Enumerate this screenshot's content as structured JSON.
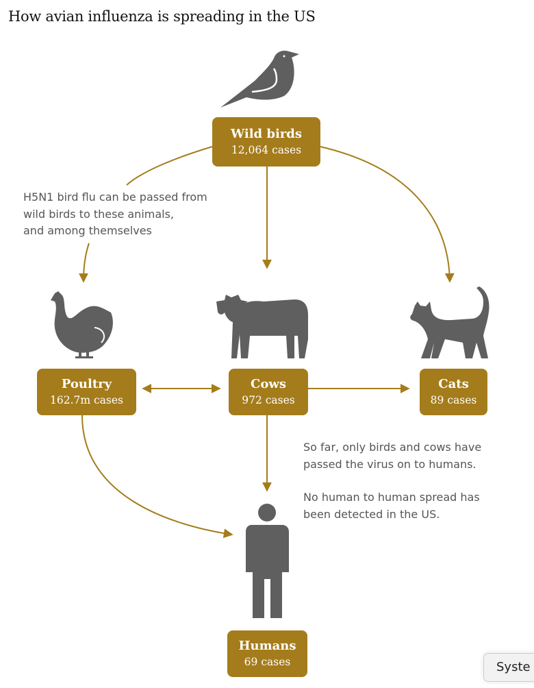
{
  "title": "How avian influenza is spreading in the US",
  "nodes": {
    "wild_birds": {
      "name": "Wild birds",
      "cases": "12,064 cases",
      "icon": "bird-icon"
    },
    "poultry": {
      "name": "Poultry",
      "cases": "162.7m cases",
      "icon": "chicken-icon"
    },
    "cows": {
      "name": "Cows",
      "cases": "972 cases",
      "icon": "cow-icon"
    },
    "cats": {
      "name": "Cats",
      "cases": "89 cases",
      "icon": "cat-icon"
    },
    "humans": {
      "name": "Humans",
      "cases": "69 cases",
      "icon": "person-icon"
    }
  },
  "notes": {
    "left": [
      "H5N1 bird flu can be passed from",
      "wild birds to these animals,",
      "and among themselves"
    ],
    "right_1": [
      "So far, only birds and cows have",
      "passed the virus on to humans."
    ],
    "right_2": [
      "No human to human spread has",
      "been detected in the US."
    ]
  },
  "system_button": "Syste",
  "colors": {
    "accent": "#a57c1b",
    "icon": "#5f5f5f",
    "text": "#555555"
  }
}
